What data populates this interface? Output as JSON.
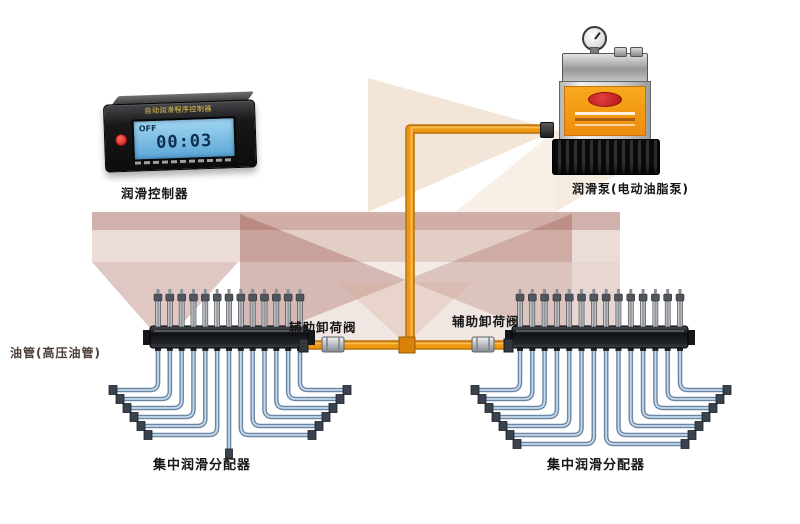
{
  "colors": {
    "pipe": "#ED9712",
    "pipe_edge": "#B8720A",
    "pipe_highlight": "#F8C465",
    "lcd_blue": "#6CB8E6",
    "sticker_orange": "#F59E16",
    "logo_red": "#C41A1A",
    "tube_blue": "#9DB9D4",
    "watermark_maroon": "#94483A",
    "watermark_tan": "#E9D2BA"
  },
  "controller": {
    "label": "润滑控制器",
    "brand": "自动润滑程序控制器",
    "display_status": "OFF",
    "display_time": "00:03"
  },
  "pump": {
    "label": "润滑泵(电动油脂泵)"
  },
  "valves": {
    "left_label": "辅助卸荷阀",
    "right_label": "辅助卸荷阀"
  },
  "oil_pipe": {
    "label": "油管(高压油管)"
  },
  "distributors": {
    "left": {
      "label": "集中润滑分配器",
      "outlets": 13
    },
    "right": {
      "label": "集中润滑分配器",
      "outlets": 14
    }
  }
}
